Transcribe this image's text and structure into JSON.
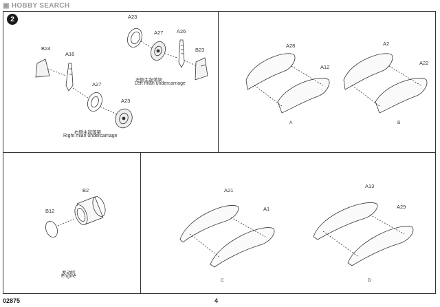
{
  "watermark": "HOBBY SEARCH",
  "step_number": "2",
  "panel_top_left": {
    "labels": [
      "A23",
      "A27",
      "A26",
      "B23",
      "B24",
      "A16",
      "A27",
      "A23"
    ],
    "left_caption_cn": "左侧主起落架",
    "left_caption_en": "Left mian undercarriage",
    "right_caption_cn": "右侧主起落架",
    "right_caption_en": "Right mian undercarriage"
  },
  "panel_top_right": {
    "labels": [
      "A28",
      "A12",
      "A2",
      "A22"
    ],
    "sub_a": "A",
    "sub_b": "B"
  },
  "panel_bottom_left": {
    "labels": [
      "B2",
      "B12"
    ],
    "caption_cn": "发动机",
    "caption_en": "Engine"
  },
  "panel_bottom_right": {
    "labels": [
      "A21",
      "A1",
      "A13",
      "A29"
    ],
    "sub_c": "C",
    "sub_d": "D"
  },
  "footer": {
    "product_code": "02875",
    "page_number": "4"
  }
}
